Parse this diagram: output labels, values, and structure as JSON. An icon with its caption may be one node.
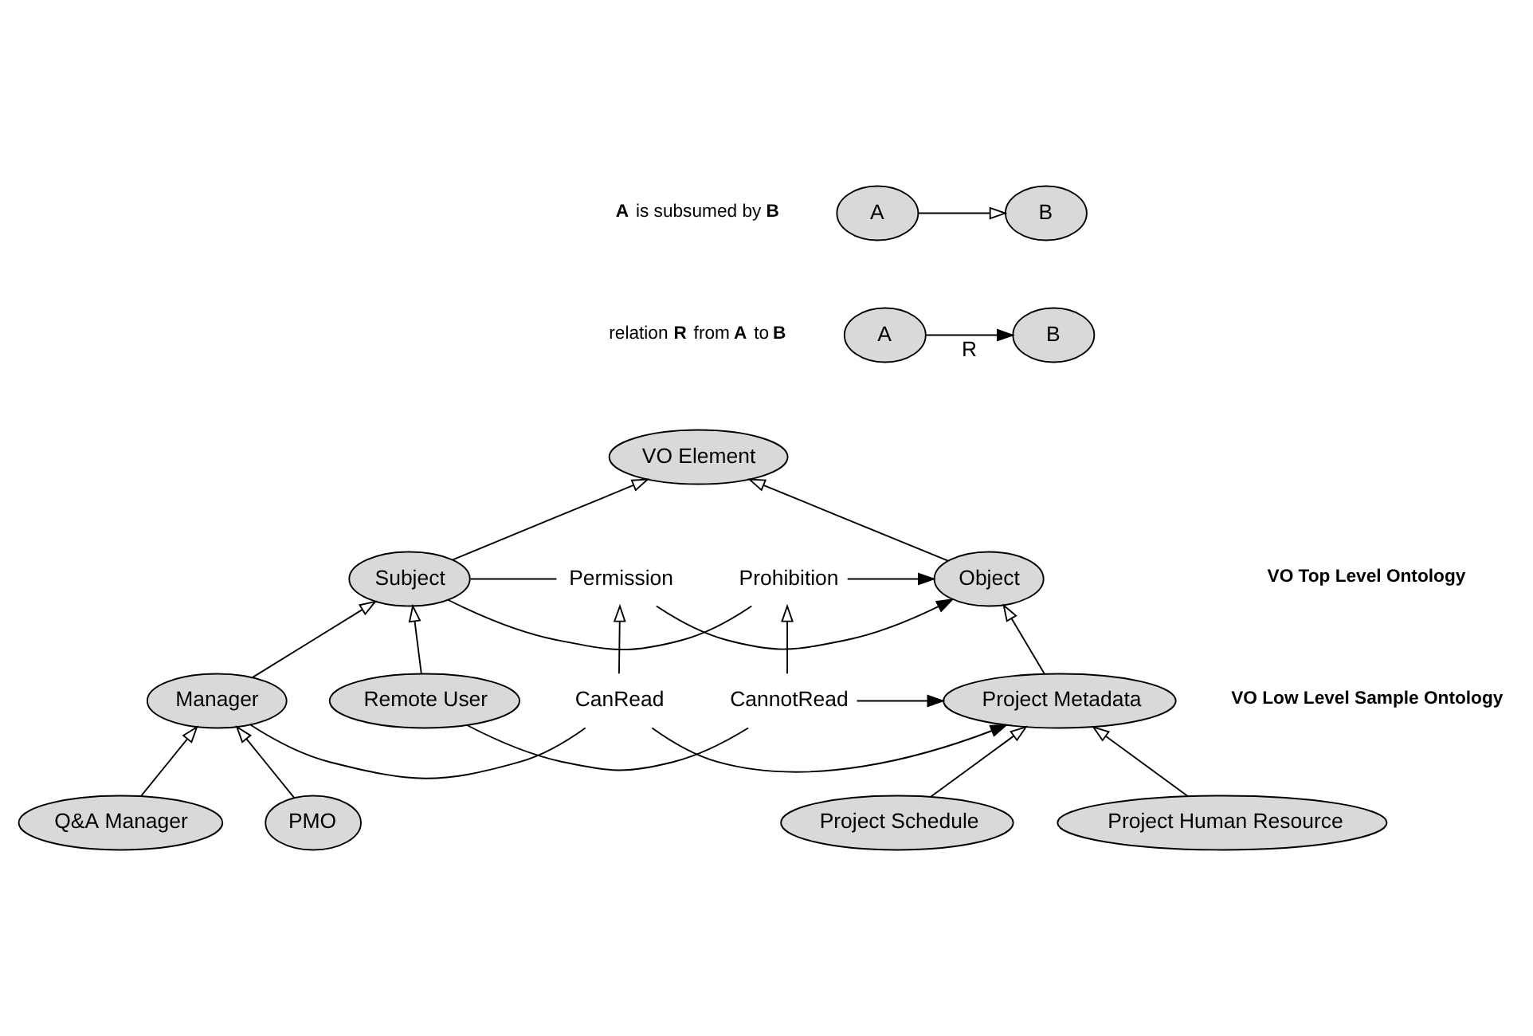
{
  "diagram": {
    "nodes": [
      {
        "text": [
          "VO Element"
        ]
      },
      {
        "text": [
          "Subject"
        ]
      },
      {
        "text": [
          "Object"
        ]
      },
      {
        "text": [
          "Manager"
        ]
      },
      {
        "text": [
          "Remote User"
        ]
      },
      {
        "text": [
          "Project Metadata"
        ]
      },
      {
        "text": [
          "Q&A Manager"
        ]
      },
      {
        "text": [
          "PMO"
        ]
      },
      {
        "text": [
          "Project Schedule"
        ]
      },
      {
        "text": [
          "Project Human Resource"
        ]
      },
      {
        "text": [
          "Permission"
        ]
      },
      {
        "text": [
          "Prohibition"
        ]
      },
      {
        "text": [
          "CannotRead"
        ]
      },
      {
        "text": [
          "CanRead"
        ]
      },
      {
        "text": [
          "A"
        ]
      },
      {
        "text": [
          "B"
        ]
      },
      {
        "text": [
          "A"
        ]
      },
      {
        "text": [
          "B"
        ]
      }
    ],
    "edges": [
      {
        "from": 1,
        "to": 0,
        "arrow": "to"
      },
      {
        "from": 2,
        "to": 0,
        "arrow": "to"
      },
      {
        "from": 1,
        "to": 10,
        "arrow": "none"
      },
      {
        "from": 10,
        "to": 2,
        "arrow": "to"
      },
      {
        "from": 1,
        "to": 11,
        "arrow": "none"
      },
      {
        "from": 11,
        "to": 2,
        "arrow": "to"
      },
      {
        "from": 3,
        "to": 1,
        "arrow": "to"
      },
      {
        "from": 4,
        "to": 1,
        "arrow": "to"
      },
      {
        "from": 5,
        "to": 2,
        "arrow": "to"
      },
      {
        "from": 13,
        "to": 10,
        "arrow": "to"
      },
      {
        "from": 12,
        "to": 11,
        "arrow": "to"
      },
      {
        "from": 4,
        "to": 12,
        "arrow": "none"
      },
      {
        "from": 12,
        "to": 5,
        "arrow": "to"
      },
      {
        "from": 3,
        "to": 13,
        "arrow": "none"
      },
      {
        "from": 13,
        "to": 5,
        "arrow": "to"
      },
      {
        "from": 6,
        "to": 3,
        "arrow": "to"
      },
      {
        "from": 7,
        "to": 3,
        "arrow": "to"
      },
      {
        "from": 8,
        "to": 5,
        "arrow": "to"
      },
      {
        "from": 9,
        "to": 5,
        "arrow": "to"
      },
      {
        "from": 14,
        "to": 15,
        "arrow": "to"
      },
      {
        "from": 16,
        "to": 17,
        "arrow": "to",
        "label": "R"
      }
    ],
    "labels": [
      "**A** is subsumed by **B**",
      "relation **R** from **A** to **B**",
      "VO Top Level Ontology",
      "VO Low Level Sample Ontology"
    ]
  }
}
